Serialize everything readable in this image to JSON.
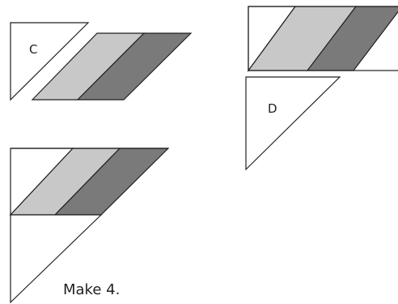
{
  "labels": {
    "piece_c": "C",
    "piece_d": "D",
    "caption": "Make 4."
  },
  "colors": {
    "outline": "#231f20",
    "background": "#ffffff",
    "light_gray": "#c8c8c8",
    "dark_gray": "#7a7a7a"
  }
}
